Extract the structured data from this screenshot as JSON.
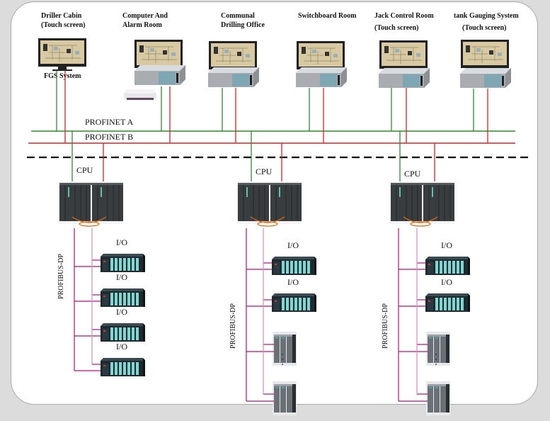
{
  "title": "Control system network architecture",
  "stations": [
    {
      "id": "driller",
      "line1": "Driller Cabin",
      "line2": "(Touch screen)",
      "type": "touch-panel",
      "sub_label": "FGS System"
    },
    {
      "id": "computer",
      "line1": "Computer And",
      "line2": "Alarm Room",
      "type": "workstation",
      "extra": "printer"
    },
    {
      "id": "communal",
      "line1": "Communal",
      "line2": "Drilling Office",
      "type": "workstation"
    },
    {
      "id": "switchboard",
      "line1": "Switchboard Room",
      "line2": "",
      "type": "workstation"
    },
    {
      "id": "jack",
      "line1": "Jack Control Room",
      "line2": "(Touch screen)",
      "type": "workstation"
    },
    {
      "id": "tank",
      "line1": "tank Gauging System",
      "line2": "(Touch screen)",
      "type": "workstation"
    }
  ],
  "networks": {
    "a": {
      "label": "PROFINET A",
      "color": "#2e8b2e"
    },
    "b": {
      "label": "PROFINET B",
      "color": "#e02020"
    },
    "fieldbus_color": "#b0107f"
  },
  "controllers": [
    {
      "id": "cpu1",
      "label": "CPU",
      "bus_label": "PROFIBUS-DP",
      "io_label": "I/O",
      "modules": [
        "io",
        "io",
        "io",
        "io"
      ],
      "ellipsis": false
    },
    {
      "id": "cpu2",
      "label": "CPU",
      "bus_label": "PROFIBUS-DP",
      "io_label": "I/O",
      "modules": [
        "io",
        "io",
        "et200",
        "et200"
      ],
      "ellipsis": true
    },
    {
      "id": "cpu3",
      "label": "CPU",
      "bus_label": "PROFIBUS-DP",
      "io_label": "I/O",
      "modules": [
        "io",
        "io",
        "et200",
        "et200"
      ],
      "ellipsis": true
    }
  ]
}
